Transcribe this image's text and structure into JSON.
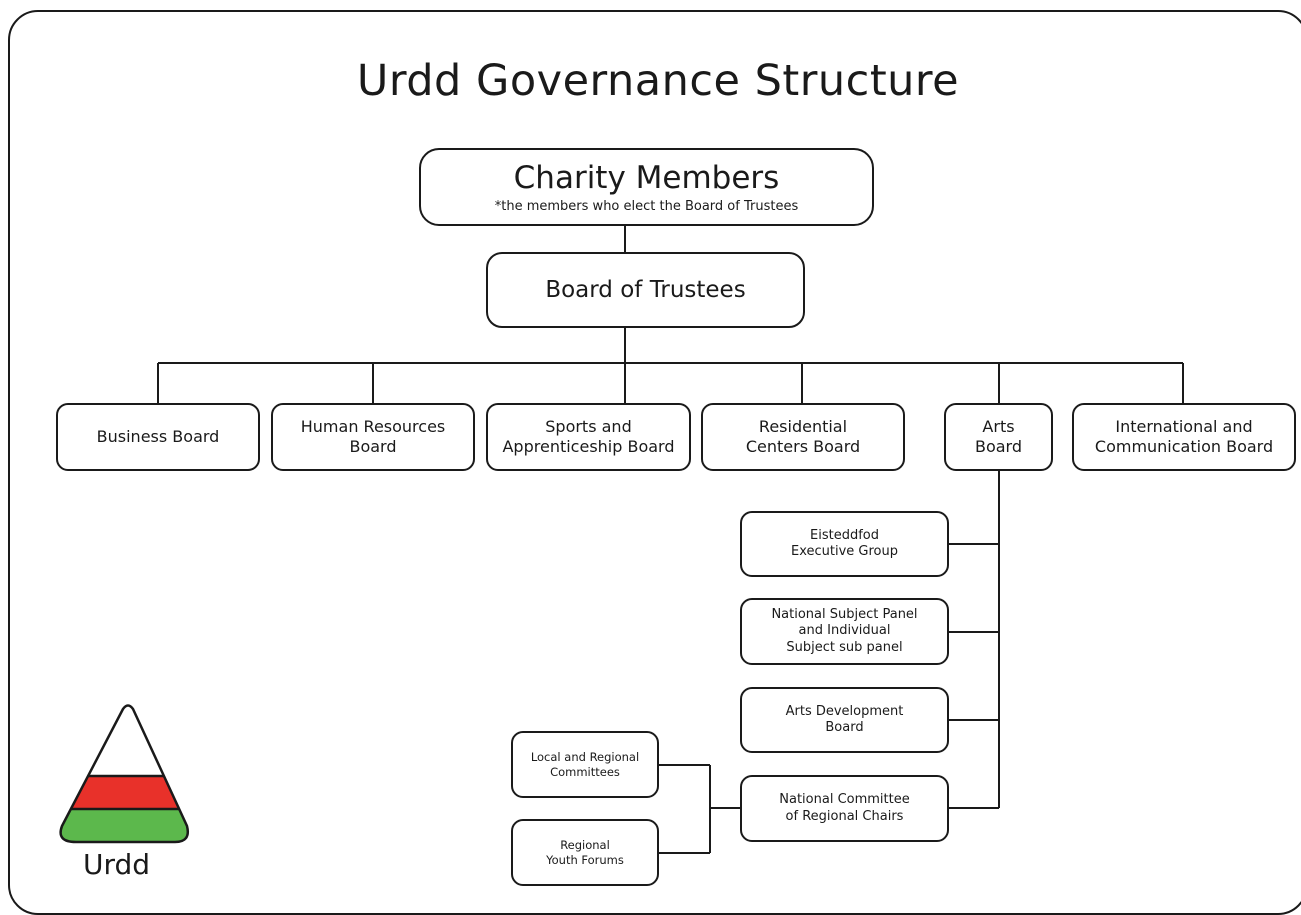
{
  "title": "Urdd Governance Structure",
  "top": {
    "name": "Charity Members",
    "note": "*the members who elect the Board of Trustees"
  },
  "trustees": "Board of Trustees",
  "boards": {
    "business": "Business Board",
    "hr": [
      "Human Resources",
      "Board"
    ],
    "sports": [
      "Sports and",
      "Apprenticeship Board"
    ],
    "residential": [
      "Residential",
      "Centers Board"
    ],
    "arts": [
      "Arts",
      "Board"
    ],
    "international": [
      "International and",
      "Communication Board"
    ]
  },
  "arts_subgroups": {
    "eisteddfod": [
      "Eisteddfod",
      "Executive Group"
    ],
    "subject_panel": [
      "National Subject Panel",
      "and Individual",
      "Subject sub panel"
    ],
    "arts_development": [
      "Arts Development",
      "Board"
    ],
    "regional_chairs": [
      "National Committee",
      "of Regional Chairs"
    ]
  },
  "regional": {
    "local_committees": [
      "Local and Regional",
      "Committees"
    ],
    "youth_forums": [
      "Regional",
      "Youth Forums"
    ]
  },
  "logo": {
    "word": "Urdd",
    "colors": {
      "top": "#ffffff",
      "middle": "#e8312a",
      "bottom": "#5cb84c"
    }
  }
}
